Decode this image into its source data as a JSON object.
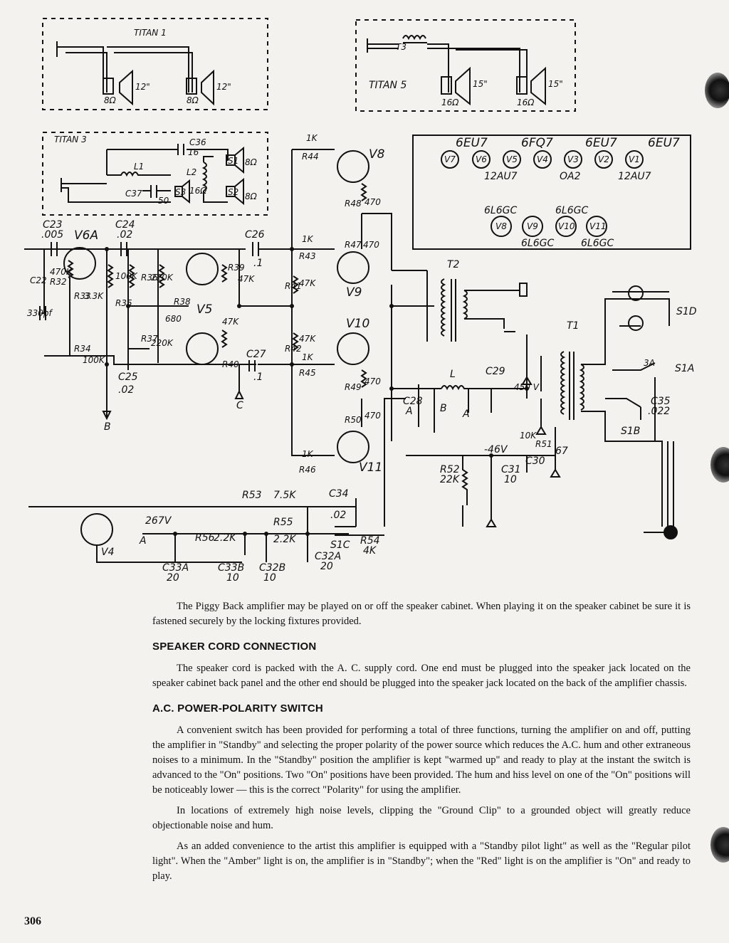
{
  "schematic": {
    "titan1": {
      "title": "TITAN 1",
      "spk_a": "12\"",
      "spk_b": "12\"",
      "imp_a": "8Ω",
      "imp_b": "8Ω"
    },
    "titan5": {
      "title": "TITAN 5",
      "transformer": "T3",
      "spk_a": "15\"",
      "spk_b": "15\"",
      "imp_a": "16Ω",
      "imp_b": "16Ω"
    },
    "titan3": {
      "title": "TITAN 3",
      "c36": "C36",
      "c36_val": "16",
      "l1": "L1",
      "l2": "L2",
      "c37": "C37",
      "c37_val": "50",
      "s1": "S1",
      "s2": "S2",
      "s3": "S3",
      "imp_s1": "8Ω",
      "imp_s2": "8Ω",
      "imp_s3": "16Ω"
    },
    "tube_chart": {
      "row1_types": [
        "6EU7",
        "6FQ7",
        "6EU7",
        "6EU7"
      ],
      "row1_tubes": [
        "V7",
        "V6",
        "V5",
        "V4",
        "V3",
        "V2",
        "V1"
      ],
      "row1_sub": [
        "12AU7",
        "OA2",
        "12AU7"
      ],
      "row2_types": [
        "6L6GC",
        "6L6GC"
      ],
      "row2_tubes": [
        "V8",
        "V9",
        "V10",
        "V11"
      ],
      "row2_sub": [
        "6L6GC",
        "6L6GC"
      ]
    },
    "labels": {
      "c23": "C23",
      "c23_val": ".005",
      "c24": "C24",
      "c24_val": ".02",
      "v6a": "V6A",
      "c26": "C26",
      "c26_val": ".1",
      "c22": "C22",
      "c22_val": "330pf",
      "r32": "R32",
      "r32_val": "470K",
      "r33": "R33",
      "r33_val": "3.3K",
      "r34": "R34",
      "r34_val": "100K",
      "r35": "R35",
      "r35_val": "100K",
      "r36": "R36",
      "r36_val": "220K",
      "r37": "R37",
      "r37_val": "220K",
      "r38": "R38",
      "r38_val": "680",
      "v5": "V5",
      "r39": "R39",
      "r39_val": "47K",
      "r40": "R40",
      "r40_val": "47K",
      "c25": "C25",
      "c25_val": ".02",
      "c27": "C27",
      "c27_val": ".1",
      "node_b": "B",
      "node_c": "C",
      "node_a": "A",
      "r41": "R41",
      "r41_val": "47K",
      "r42": "R42",
      "r42_val": "47K",
      "r43": "R43",
      "r43_val": "1K",
      "r44": "R44",
      "r44_val": "1K",
      "r45": "R45",
      "r45_val": "1K",
      "r46": "R46",
      "r46_val": "1K",
      "r47": "R47",
      "r47_val": "470",
      "r48": "R48",
      "r48_val": "470",
      "r49": "R49",
      "r49_val": "470",
      "r50": "R50",
      "r50_val": "470",
      "v8": "V8",
      "v9": "V9",
      "v10": "V10",
      "v11": "V11",
      "bias": "-46V",
      "t2": "T2",
      "t1": "T1",
      "s1d": "S1D",
      "s1a": "S1A",
      "s1b": "S1B",
      "fuse": "3A",
      "c35": "C35",
      "c35_val": ".022",
      "c28": "C28",
      "c28a": "A",
      "c28b": "B",
      "c29": "C29",
      "c29a": "A",
      "l": "L",
      "r51": "R51",
      "r51_val": "10K",
      "c30": "C30",
      "c30_val": "67",
      "r52": "R52",
      "r52_val": "22K",
      "c31": "C31",
      "c31_val": "10",
      "r53": "R53",
      "r53_val": "7.5K",
      "c34": "C34",
      "c34_val": ".02",
      "r55": "R55",
      "r55_val": "2.2K",
      "r56": "R56",
      "r56_val": "2.2K",
      "s1c": "S1C",
      "r54": "R54",
      "r54_val": "4K",
      "c32a": "C32A",
      "c32a_val": "20",
      "c33a": "C33A",
      "c33a_val": "20",
      "c33b": "C33B",
      "c33b_val": "10",
      "c32b": "C32B",
      "c32b_val": "10",
      "v4": "V4",
      "v267": "267V",
      "v450": "450 V"
    }
  },
  "body": {
    "para1": "The Piggy Back amplifier may be played on or off the speaker cabinet. When playing it on the speaker cabinet be sure it is fastened securely by the locking fixtures provided.",
    "heading1": "SPEAKER CORD CONNECTION",
    "para2": "The speaker cord is packed with the A. C. supply cord. One end must be plugged into the speaker jack located on the speaker cabinet back panel and the other end should be plugged into the speaker jack located on the back of the amplifier chassis.",
    "heading2": "A.C. POWER-POLARITY SWITCH",
    "para3": "A convenient switch has been provided for performing a total of three functions, turning the amplifier on and off, putting the amplifier in \"Standby\" and selecting the proper polarity of the power source which reduces the A.C. hum and other extraneous noises to a minimum. In the \"Standby\" position the amplifier is kept \"warmed up\" and ready to play at the instant the switch is advanced to the \"On\" positions. Two \"On\" positions have been provided. The hum and hiss level on one of the \"On\" positions will be noticeably lower — this is the correct \"Polarity\" for using the amplifier.",
    "para4": "In locations of extremely high noise levels, clipping the \"Ground Clip\" to a grounded object will greatly reduce objectionable noise and hum.",
    "para5": "As an added convenience to the artist this amplifier is equipped with a \"Standby pilot light\" as well as the \"Regular pilot light\". When the \"Amber\" light is on, the amplifier is in \"Standby\"; when the \"Red\" light is on the amplifier is \"On\" and ready to play."
  },
  "page_number": "306"
}
